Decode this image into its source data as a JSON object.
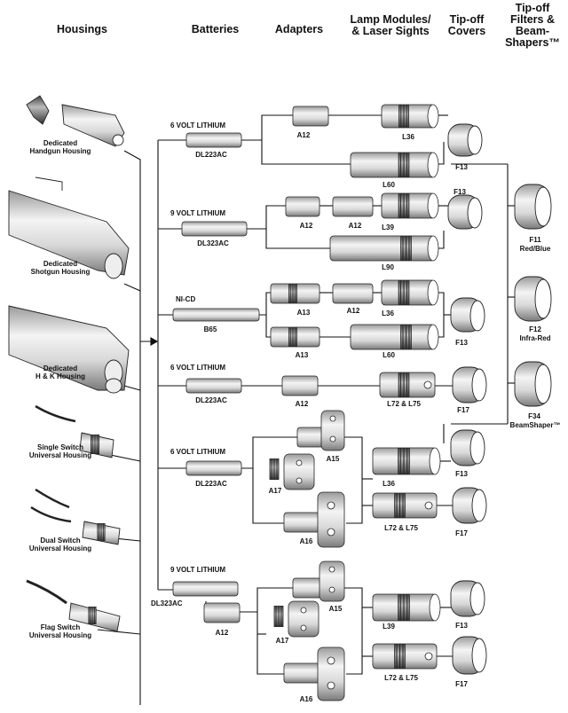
{
  "headers": {
    "housings": "Housings",
    "batteries": "Batteries",
    "adapters": "Adapters",
    "lamp_modules": "Lamp Modules/\n& Laser Sights",
    "tipoff_covers": "Tip-off\nCovers",
    "filters": "Tip-off\nFilters &\nBeam-\nShapers™"
  },
  "housings": [
    {
      "label": "Dedicated\nHandgun Housing"
    },
    {
      "label": "Dedicated\nShotgun Housing"
    },
    {
      "label": "Dedicated\nH & K Housing"
    },
    {
      "label": "Single Switch\nUniversal Housing"
    },
    {
      "label": "Dual Switch\nUniversal Housing"
    },
    {
      "label": "Flag Switch\nUniversal Housing"
    }
  ],
  "rows": [
    {
      "voltage": "6 VOLT LITHIUM",
      "battery": "DL223AC"
    },
    {
      "voltage": "9 VOLT LITHIUM",
      "battery": "DL323AC"
    },
    {
      "voltage": "NI-CD",
      "battery": "B65"
    },
    {
      "voltage": "6 VOLT LITHIUM",
      "battery": "DL223AC"
    },
    {
      "voltage": "6 VOLT LITHIUM",
      "battery": "DL223AC"
    },
    {
      "voltage": "9 VOLT LITHIUM",
      "battery": "DL323AC"
    }
  ],
  "part_labels": {
    "a12": "A12",
    "a13": "A13",
    "a15": "A15",
    "a16": "A16",
    "a17": "A17",
    "l36": "L36",
    "l39": "L39",
    "l60": "L60",
    "l90": "L90",
    "l72_l75": "L72 & L75",
    "f13": "F13",
    "f17": "F17"
  },
  "filters": [
    {
      "code": "F11",
      "name": "Red/Blue"
    },
    {
      "code": "F12",
      "name": "Infra-Red"
    },
    {
      "code": "F34",
      "name": "BeamShaper™"
    }
  ]
}
